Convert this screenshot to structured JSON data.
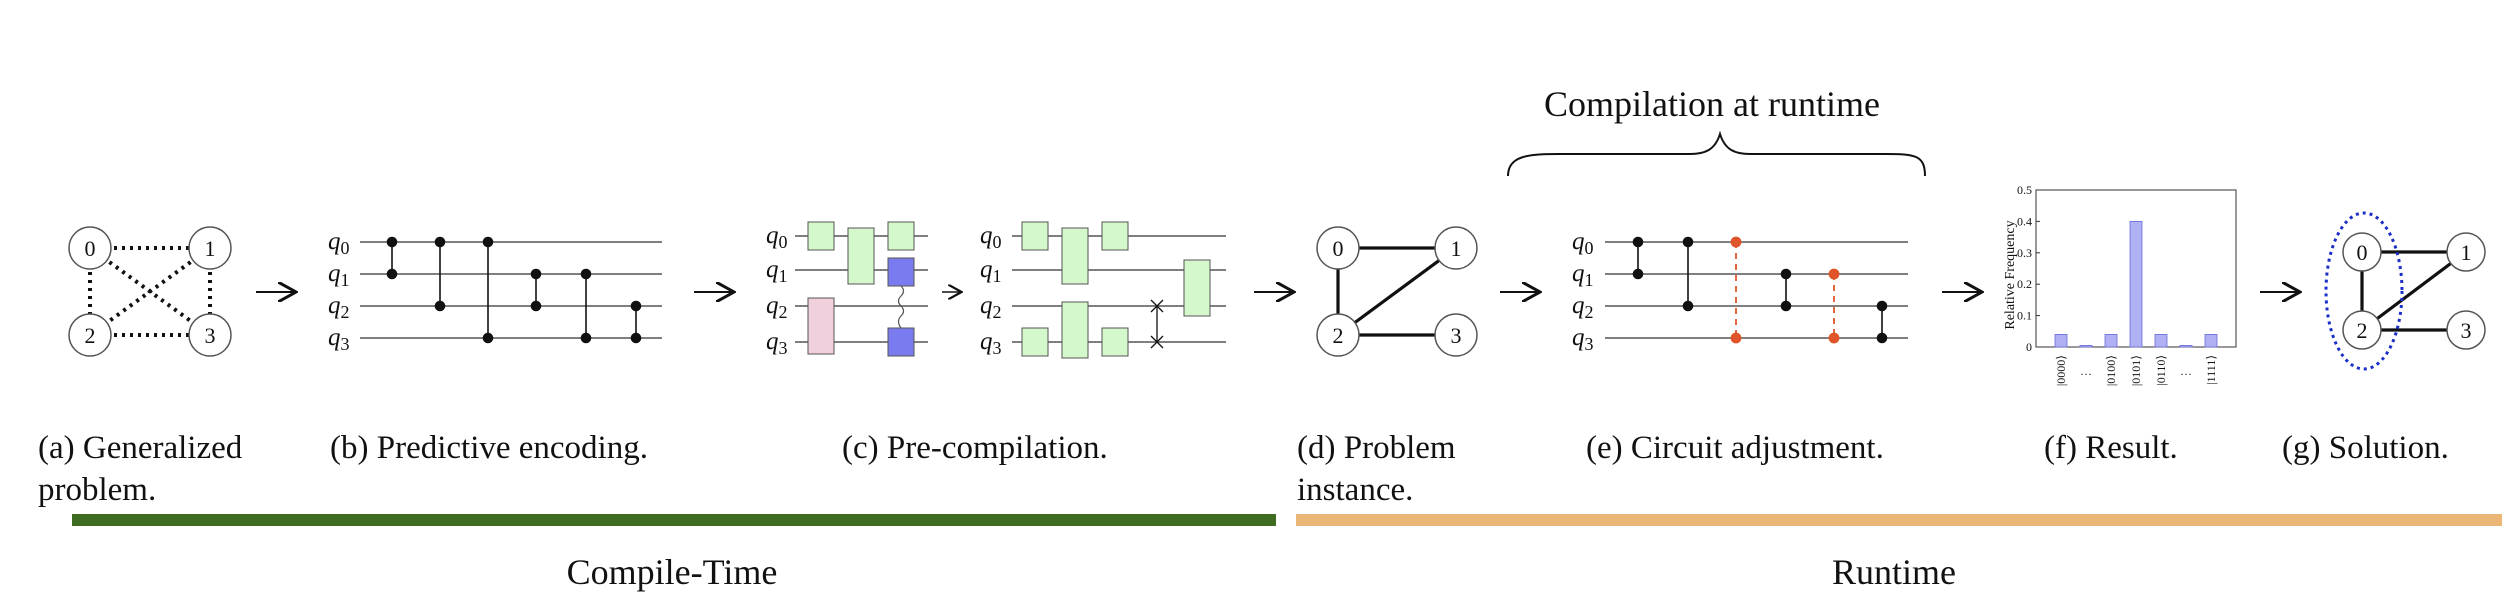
{
  "captions": {
    "a": "(a)    Generalized",
    "a2": "problem.",
    "b": "(b) Predictive encoding.",
    "c": "(c) Pre-compilation.",
    "d": "(d)     Problem",
    "d2": "instance.",
    "e": "(e) Circuit adjustment.",
    "f": "(f) Result.",
    "g": "(g) Solution."
  },
  "brace_label": "Compilation at runtime",
  "phases": {
    "compile": {
      "label": "Compile-Time",
      "color": "#3f6b21"
    },
    "runtime": {
      "label": "Runtime",
      "color": "#ebb676"
    }
  },
  "nodes": [
    "0",
    "1",
    "2",
    "3"
  ],
  "qubits": {
    "letter": "q",
    "indices": [
      "0",
      "1",
      "2",
      "3"
    ]
  },
  "colors": {
    "green_gate": "#d4f7cc",
    "blue_gate": "#7b7bf0",
    "pink_gate": "#f0d0dc",
    "red_dot": "#e0542a",
    "ellipse": "#1a2ec8",
    "bar": "#b0b0f4"
  },
  "chart_data": {
    "type": "bar",
    "ylabel": "Relative Frequency",
    "ylim": [
      0,
      0.5
    ],
    "yticks": [
      "0",
      "0.1",
      "0.2",
      "0.3",
      "0.4",
      "0.5"
    ],
    "categories": [
      "|0000⟩",
      "…",
      "|0100⟩",
      "|0101⟩",
      "|0110⟩",
      "…",
      "|1111⟩"
    ],
    "bars": [
      0.04,
      0.005,
      0.04,
      0.4,
      0.04,
      0.005,
      0.04
    ]
  }
}
